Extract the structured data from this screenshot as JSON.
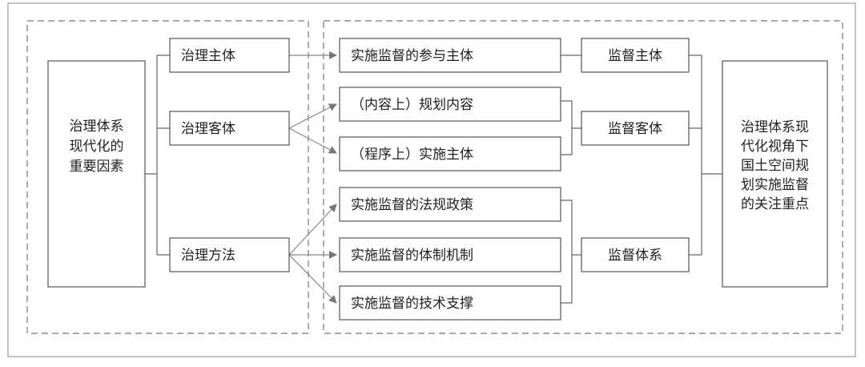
{
  "factors": {
    "title_lines": [
      "治理体系",
      "现代化的",
      "重要因素"
    ]
  },
  "governance": [
    {
      "label": "治理主体"
    },
    {
      "label": "治理客体"
    },
    {
      "label": "治理方法"
    }
  ],
  "details": [
    {
      "label": "实施监督的参与主体"
    },
    {
      "label": "（内容上）规划内容"
    },
    {
      "label": "（程序上）实施主体"
    },
    {
      "label": "实施监督的法规政策"
    },
    {
      "label": "实施监督的体制机制"
    },
    {
      "label": "实施监督的技术支撑"
    }
  ],
  "supervision": [
    {
      "label": "监督主体"
    },
    {
      "label": "监督客体"
    },
    {
      "label": "监督体系"
    }
  ],
  "focus": {
    "title_lines": [
      "治理体系现",
      "代化视角下",
      "国土空间规",
      "划实施监督",
      "的关注重点"
    ]
  }
}
